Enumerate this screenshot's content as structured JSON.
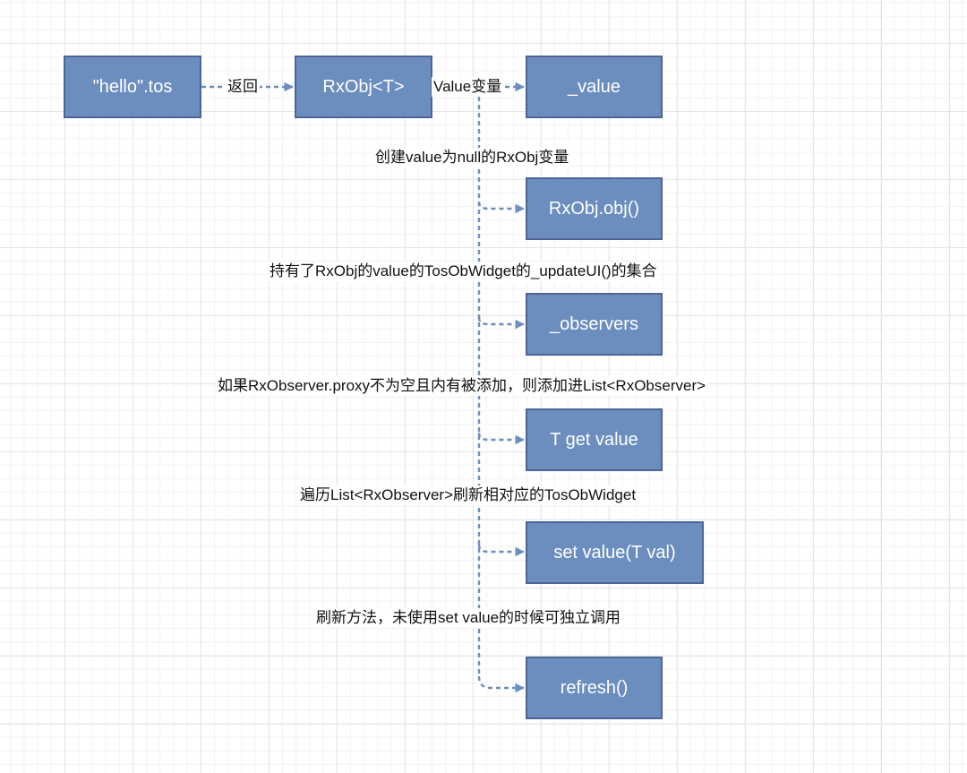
{
  "diagram": {
    "type": "flowchart",
    "colors": {
      "node_fill": "#6c8ebf",
      "node_border": "#4d6594",
      "node_text": "#ffffff",
      "edge": "#6c8ebf",
      "label_text": "#111111"
    },
    "nodes": {
      "hello_tos": "\"hello\".tos",
      "rxobj": "RxObj<T>",
      "value": "_value",
      "rxobj_obj": "RxObj.obj()",
      "observers": "_observers",
      "get_value": "T get value",
      "set_value": "set value(T val)",
      "refresh": "refresh()"
    },
    "edges": [
      {
        "from": "hello_tos",
        "to": "rxobj",
        "label": "返回",
        "style": "dashed"
      },
      {
        "from": "rxobj",
        "to": "value",
        "label": "Value变量",
        "style": "dashed"
      },
      {
        "from": "rxobj",
        "to": "rxobj_obj",
        "label": "创建value为null的RxObj变量",
        "style": "dashed"
      },
      {
        "from": "rxobj",
        "to": "observers",
        "label": "持有了RxObj的value的TosObWidget的_updateUI()的集合",
        "style": "dashed"
      },
      {
        "from": "rxobj",
        "to": "get_value",
        "label": "如果RxObserver.proxy不为空且内有被添加，则添加进List<RxObserver>",
        "style": "dashed"
      },
      {
        "from": "rxobj",
        "to": "set_value",
        "label": "遍历List<RxObserver>刷新相对应的TosObWidget",
        "style": "dashed"
      },
      {
        "from": "rxobj",
        "to": "refresh",
        "label": "刷新方法，未使用set value的时候可独立调用",
        "style": "dashed"
      }
    ]
  }
}
